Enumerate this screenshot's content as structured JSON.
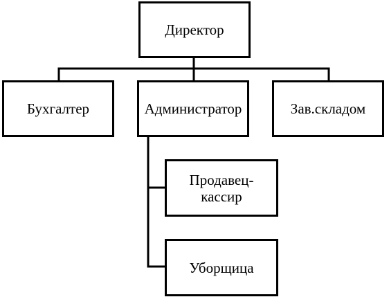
{
  "nodes": {
    "director": "Директор",
    "accountant": "Бухгалтер",
    "administrator": "Администратор",
    "warehouse_manager": "Зав.складом",
    "seller_cashier": "Продавец-\nкассир",
    "cleaner": "Уборщица"
  },
  "colors": {
    "line": "#000000",
    "background": "#ffffff"
  }
}
